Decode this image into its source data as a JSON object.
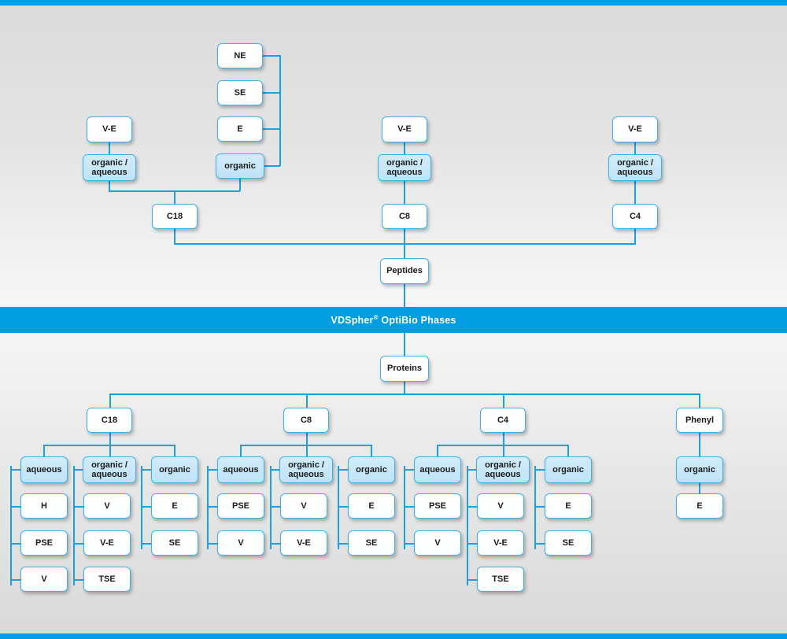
{
  "banner": {
    "brand": "VDSpher",
    "registered": "®",
    "rest": " OptiBio Phases",
    "color": "#009ee0"
  },
  "colors": {
    "accent": "#009ee0",
    "line": "#1ba1e2",
    "node_border": "#3fb0e5",
    "node_blue_fill": "#c9e8f8",
    "node_white_fill": "#ffffff",
    "bg_top": "#dbdbdb",
    "bg_mid": "#f5f5f5",
    "bg_bottom": "#d9d9d9",
    "text": "#1a1a1a"
  },
  "peptides": {
    "root_label": "Peptides",
    "columns": [
      {
        "phase_label": "C18",
        "mode_primary": {
          "line1": "organic /",
          "line2": "aqueous",
          "label": "organic / aqueous"
        },
        "mode_primary_child": "V-E",
        "mode_secondary": {
          "label": "organic"
        },
        "mode_secondary_children": [
          "NE",
          "SE",
          "E"
        ]
      },
      {
        "phase_label": "C8",
        "mode_primary": {
          "line1": "organic /",
          "line2": "aqueous",
          "label": "organic / aqueous"
        },
        "mode_primary_child": "V-E",
        "mode_secondary": null,
        "mode_secondary_children": []
      },
      {
        "phase_label": "C4",
        "mode_primary": {
          "line1": "organic /",
          "line2": "aqueous",
          "label": "organic / aqueous"
        },
        "mode_primary_child": "V-E",
        "mode_secondary": null,
        "mode_secondary_children": []
      }
    ]
  },
  "proteins": {
    "root_label": "Proteins",
    "columns": [
      {
        "phase_label": "C18",
        "groups": [
          {
            "label": "aqueous",
            "line1": "aqueous",
            "line2": "",
            "children": [
              "H",
              "PSE",
              "V"
            ]
          },
          {
            "label": "organic / aqueous",
            "line1": "organic /",
            "line2": "aqueous",
            "children": [
              "V",
              "V-E",
              "TSE"
            ]
          },
          {
            "label": "organic",
            "line1": "organic",
            "line2": "",
            "children": [
              "E",
              "SE"
            ]
          }
        ]
      },
      {
        "phase_label": "C8",
        "groups": [
          {
            "label": "aqueous",
            "line1": "aqueous",
            "line2": "",
            "children": [
              "PSE",
              "V"
            ]
          },
          {
            "label": "organic / aqueous",
            "line1": "organic /",
            "line2": "aqueous",
            "children": [
              "V",
              "V-E"
            ]
          },
          {
            "label": "organic",
            "line1": "organic",
            "line2": "",
            "children": [
              "E",
              "SE"
            ]
          }
        ]
      },
      {
        "phase_label": "C4",
        "groups": [
          {
            "label": "aqueous",
            "line1": "aqueous",
            "line2": "",
            "children": [
              "PSE",
              "V"
            ]
          },
          {
            "label": "organic / aqueous",
            "line1": "organic /",
            "line2": "aqueous",
            "children": [
              "V",
              "V-E",
              "TSE"
            ]
          },
          {
            "label": "organic",
            "line1": "organic",
            "line2": "",
            "children": [
              "E",
              "SE"
            ]
          }
        ]
      },
      {
        "phase_label": "Phenyl",
        "groups": [
          {
            "label": "organic",
            "line1": "organic",
            "line2": "",
            "children": [
              "E"
            ]
          }
        ]
      }
    ]
  }
}
